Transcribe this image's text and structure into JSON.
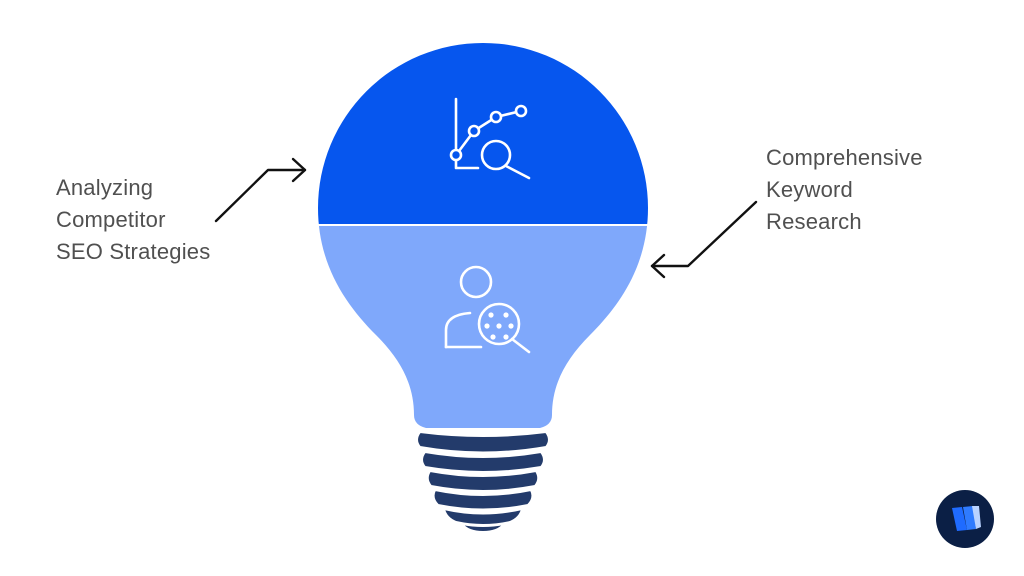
{
  "diagram": {
    "type": "lightbulb-infographic",
    "colors": {
      "background": "#ffffff",
      "bulb_top": "#0656ee",
      "bulb_bottom": "#7fa8fb",
      "bulb_base": "#233b6b",
      "icon_stroke": "#ffffff",
      "text": "#505050",
      "arrow": "#111111",
      "logo_bg": "#0b1f45",
      "logo_mark": "#1f6bff"
    },
    "sections": [
      {
        "position": "top",
        "icon": "chart-analysis-search-icon",
        "label_lines": [
          "Analyzing",
          "Competitor",
          "SEO Strategies"
        ],
        "label_side": "left"
      },
      {
        "position": "bottom",
        "icon": "user-search-icon",
        "label_lines": [
          "Comprehensive",
          "Keyword",
          "Research"
        ],
        "label_side": "right"
      }
    ],
    "logo": {
      "icon": "brand-logo-icon"
    }
  }
}
